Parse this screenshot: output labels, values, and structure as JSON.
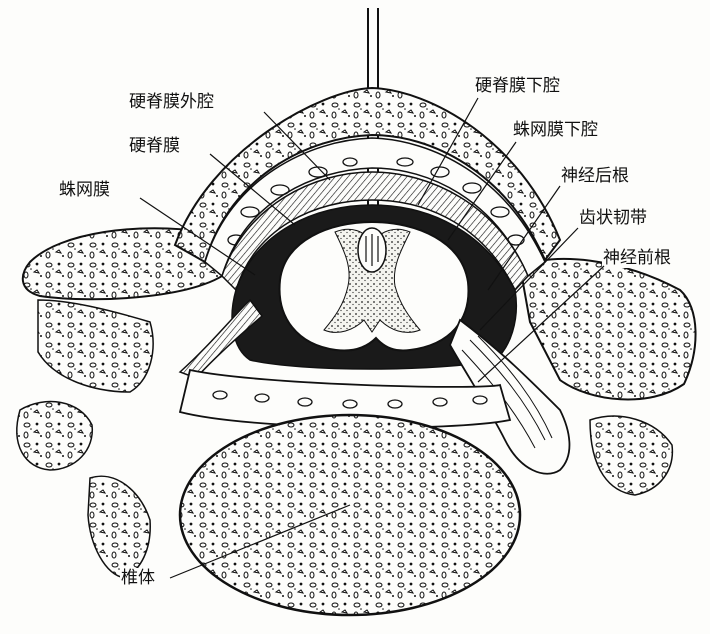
{
  "labels": {
    "epidural_space": "硬脊膜外腔",
    "dura_mater": "硬脊膜",
    "arachnoid": "蛛网膜",
    "subdural_space": "硬脊膜下腔",
    "subarachnoid_space": "蛛网膜下腔",
    "posterior_root": "神经后根",
    "denticulate_ligament": "齿状韧带",
    "anterior_root": "神经前根",
    "vertebral_body": "椎体"
  },
  "colors": {
    "ink": "#111111",
    "paper": "#fdfdfb",
    "dark_fill": "#1a1a1a"
  }
}
